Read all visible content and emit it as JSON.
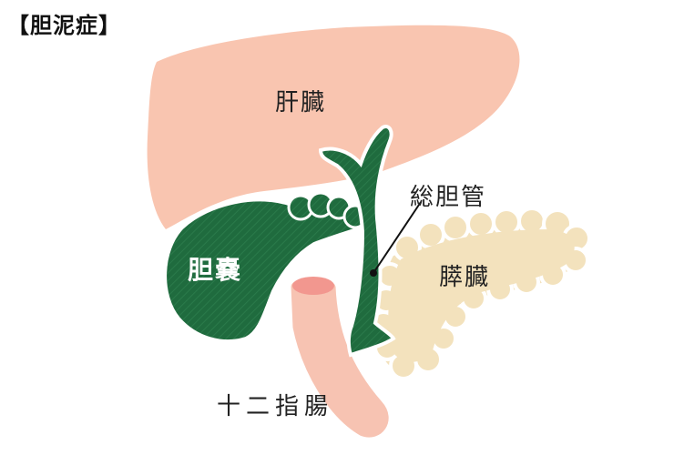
{
  "title": "【胆泥症】",
  "labels": {
    "liver": "肝臓",
    "gallbladder": "胆嚢",
    "common_bile_duct": "総胆管",
    "pancreas": "膵臓",
    "duodenum": "十二指腸"
  },
  "colors": {
    "liver": "#f9c5b0",
    "gallbladder": "#1f6b3e",
    "pancreas": "#f3e2bd",
    "duodenum": "#f7c3b2",
    "duodenum_opening": "#f2978f"
  }
}
